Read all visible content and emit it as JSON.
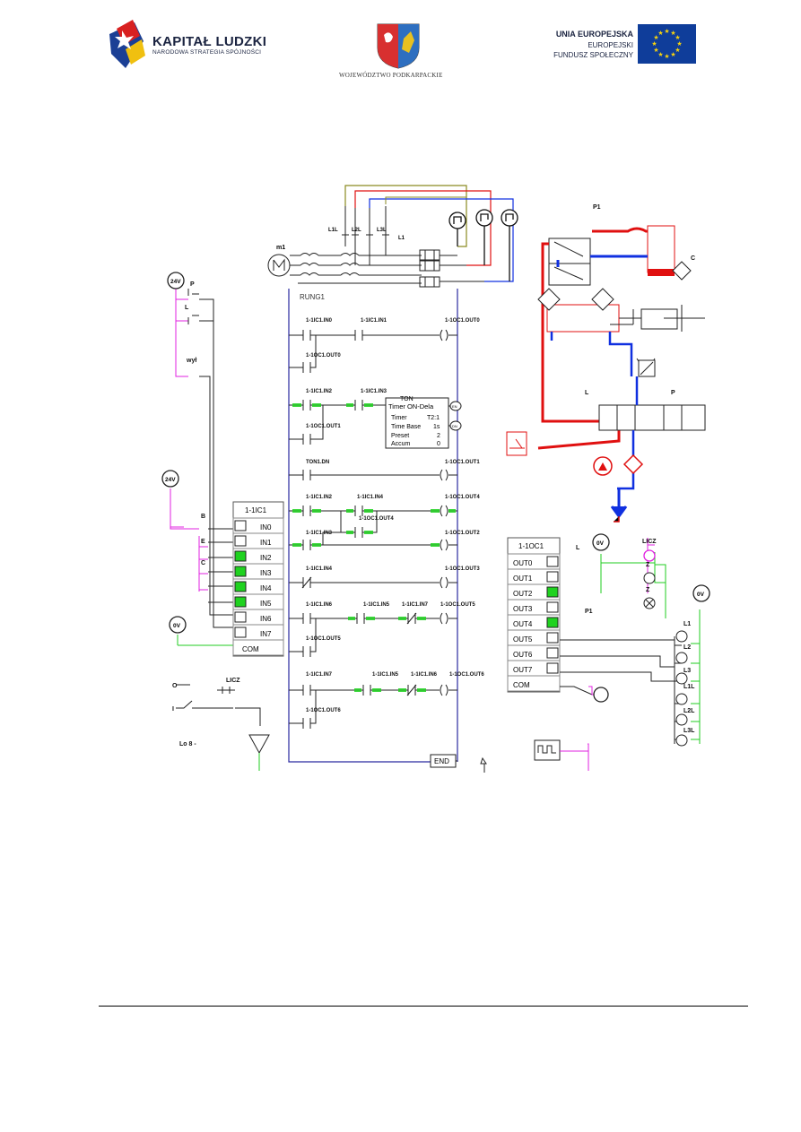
{
  "header": {
    "kapital_title": "KAPITAŁ LUDZKI",
    "kapital_subtitle": "NARODOWA STRATEGIA SPÓJNOŚCI",
    "wojewodztwo": "WOJEWÓDZTWO PODKARPACKIE",
    "ue_line1": "UNIA EUROPEJSKA",
    "ue_line2": "EUROPEJSKI",
    "ue_line3": "FUNDUSZ SPOŁECZNY"
  },
  "diagram": {
    "rung": "RUNG1",
    "end": "END",
    "input_module": "1-1IC1",
    "output_module": "1-1OC1",
    "inputs": [
      "IN0",
      "IN1",
      "IN2",
      "IN3",
      "IN4",
      "IN5",
      "IN6",
      "IN7",
      "COM"
    ],
    "inputs_active": [
      false,
      false,
      true,
      true,
      true,
      true,
      false,
      false
    ],
    "outputs": [
      "OUT0",
      "OUT1",
      "OUT2",
      "OUT3",
      "OUT4",
      "OUT5",
      "OUT6",
      "OUT7",
      "COM"
    ],
    "outputs_active": [
      false,
      false,
      true,
      false,
      true,
      false,
      false,
      false
    ],
    "contacts": {
      "c_in0": "1-1IC1.IN0",
      "c_in1": "1-1IC1.IN1",
      "c_out0": "1-1OC1.OUT0",
      "c_out0b": "1-1OC1.OUT0",
      "c_in2": "1-1IC1.IN2",
      "c_in3": "1-1IC1.IN3",
      "c_out1b": "1-1OC1.OUT1",
      "c_tondn": "TON1.DN",
      "c_out1": "1-1OC1.OUT1",
      "c_in2b": "1-1IC1.IN2",
      "c_in4": "1-1IC1.IN4",
      "c_out4": "1-1OC1.OUT4",
      "c_out4b": "1-1OC1.OUT4",
      "c_in3b": "1-1IC1.IN3",
      "c_out2": "1-1OC1.OUT2",
      "c_in4b": "1-1IC1.IN4",
      "c_out3": "1-1OC1.OUT3",
      "c_in6": "1-1IC1.IN6",
      "c_in5": "1-1IC1.IN5",
      "c_in7": "1-1IC1.IN7",
      "c_out5": "1-1OC1.OUT5",
      "c_out5b": "1-1OC1.OUT5",
      "c_in7b": "1-1IC1.IN7",
      "c_in5b": "1-1IC1.IN5",
      "c_in6b": "1-1IC1.IN6",
      "c_out6": "1-1OC1.OUT6",
      "c_out6b": "1-1OC1.OUT6"
    },
    "timer": {
      "type": "TON",
      "title": "Timer ON-Dela",
      "timer_label": "Timer",
      "timer_value": "T2:1",
      "base_label": "Time Base",
      "base_value": "1s",
      "preset_label": "Preset",
      "preset_value": "2",
      "accum_label": "Accum",
      "accum_value": "0",
      "en": "EN",
      "dn": "DN"
    },
    "labels": {
      "p": "P",
      "l": "L",
      "wyl": "wył",
      "v24a": "24V",
      "v24b": "24V",
      "v0a": "0V",
      "v0b": "0V",
      "v0c": "0V",
      "b": "B",
      "e": "E",
      "c": "C",
      "licz": "LICZ",
      "licz2": "LICZ",
      "lo": "Lo 8 -",
      "o": "O",
      "i": "I",
      "m1": "m1",
      "l1l": "L1L",
      "l2l": "L2L",
      "l3l": "L3L",
      "l1": "L1",
      "p1": "P1",
      "p1b": "P1",
      "l_valve": "L",
      "p_valve": "P",
      "c_sensor": "C",
      "z1": "Z",
      "z2": "Z",
      "l_out": "L",
      "lamp_l1": "L1",
      "lamp_l2": "L2",
      "lamp_l3": "L3",
      "lamp_l1l": "L1L",
      "lamp_l2l": "L2L",
      "lamp_l3l": "L3L"
    }
  },
  "colors": {
    "green_active": "#1fd21f",
    "pink_wire": "#e020e0",
    "red_hyd": "#e01010",
    "blue_hyd": "#1030e0",
    "green_wire": "#22cc22",
    "rail": "#2a2aa0"
  }
}
